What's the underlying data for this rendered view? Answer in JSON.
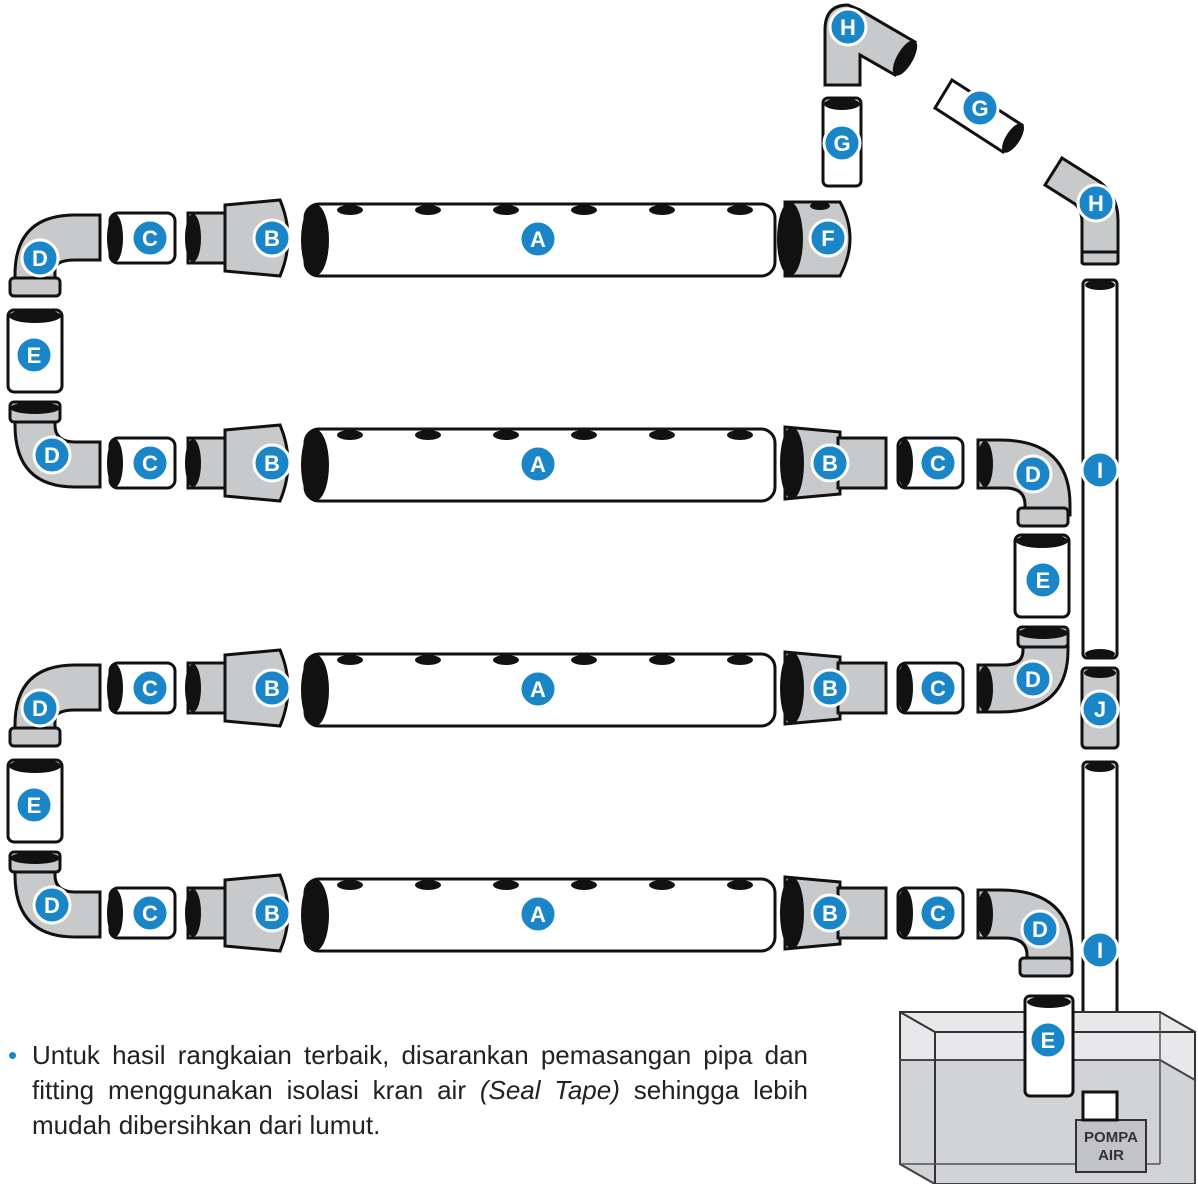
{
  "labels": {
    "A": "A",
    "B": "B",
    "C": "C",
    "D": "D",
    "E": "E",
    "F": "F",
    "G": "G",
    "H": "H",
    "I": "I",
    "J": "J"
  },
  "tank": {
    "label_line1": "POMPA",
    "label_line2": "AIR"
  },
  "note": {
    "bullet": "•",
    "text_part1": "Untuk hasil rangkaian terbaik, disarankan pemasangan pipa dan fitting menggunakan isolasi kran air ",
    "text_italic": "(Seal Tape)",
    "text_part2": " sehingga lebih mudah dibersihkan dari lumut."
  },
  "colors": {
    "label_blue": "#1a86c8",
    "fitting_gray": "#c8c9cb",
    "outline": "#111111"
  }
}
